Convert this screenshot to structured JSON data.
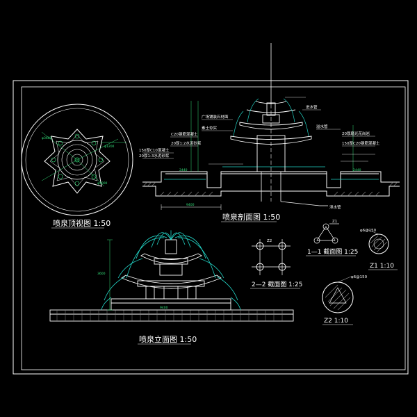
{
  "drawing": {
    "colors": {
      "background": "#000000",
      "frame": "#ffffff",
      "outline": "#ffffff",
      "dimension": "#34e07a",
      "water": "#22d3c5",
      "hatch": "#8a8a8a"
    },
    "views": {
      "top_view": {
        "title": "喷泉顶视图 1:50"
      },
      "section_view": {
        "title": "喷泉剖面图 1:50",
        "notes": [
          "C20钢筋混凝土",
          "20厚1:2水泥砂浆",
          "150厚C10混凝土",
          "20厚1:3水泥砂浆",
          "广场铺装石材面",
          "素土夯实",
          "20厚磨光花岗岩",
          "150厚C20钢筋混凝土",
          "进水管",
          "溢水管",
          "泄水管"
        ]
      },
      "elevation_view": {
        "title": "喷泉立面图 1:50"
      },
      "section_22": {
        "title": "2—2 截面图 1:25",
        "label": "Z2"
      },
      "section_11": {
        "title": "1—1 截面图 1:25",
        "label": "Z1"
      },
      "detail_z1": {
        "title": "Z1 1:10",
        "note": "φ6@150"
      },
      "detail_z2": {
        "title": "Z2 1:10",
        "note": "φ6@150"
      }
    },
    "dimensions": {
      "section_total": "9400",
      "section_left": "2440",
      "section_right": "2440",
      "elevation_total": "9400",
      "elevation_height": "3600"
    }
  }
}
